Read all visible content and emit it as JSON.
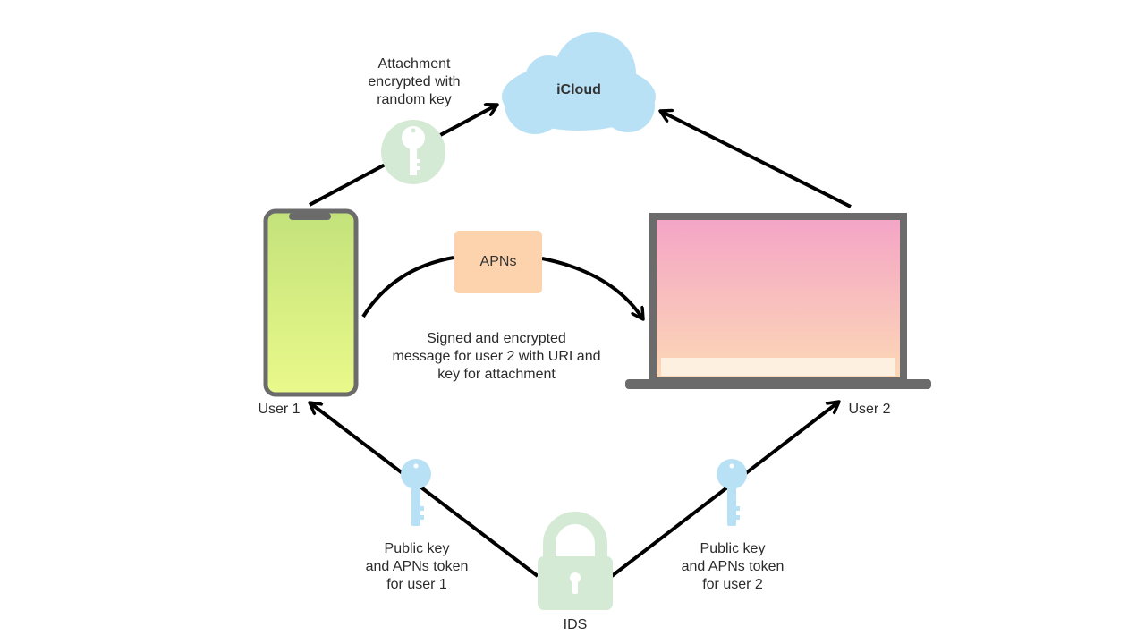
{
  "nodes": {
    "icloud": "iCloud",
    "apns": "APNs",
    "user1": "User 1",
    "user2": "User 2",
    "ids": "IDS"
  },
  "annotations": {
    "attachment": "Attachment\nencrypted with\nrandom key",
    "message": "Signed and encrypted\nmessage for user 2 with URI and\nkey for attachment",
    "user1_key": "Public key\nand APNs token\nfor user 1",
    "user2_key": "Public key\nand APNs token\nfor user 2"
  },
  "colors": {
    "icloud_fill": "#b9e1f6",
    "apns_fill": "#fcd3ac",
    "key_green": "#d4ead5",
    "key_blue": "#b9e1f6",
    "lock_green": "#d4ead5",
    "device_frame": "#6b6b6b",
    "arrow": "#000000"
  },
  "icons": [
    "icloud-cloud-icon",
    "green-key-icon",
    "blue-key-icon",
    "lock-icon",
    "iphone-icon",
    "macbook-icon"
  ]
}
